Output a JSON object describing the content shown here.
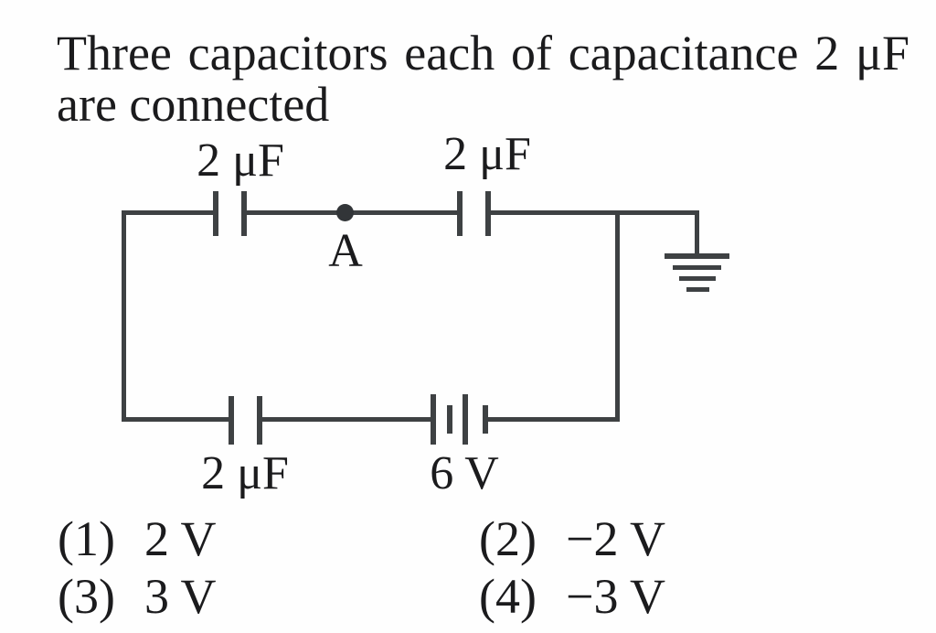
{
  "question": {
    "line1": "Three capacitors each of capacitance 2 μF",
    "line2": "are connected"
  },
  "circuit": {
    "top_left_capacitor_label": "2 μF",
    "top_right_capacitor_label": "2 μF",
    "bottom_capacitor_label": "2 μF",
    "battery_label": "6 V",
    "node_label": "A"
  },
  "options": [
    {
      "num": "(1)",
      "value": "2 V"
    },
    {
      "num": "(2)",
      "value": "−2 V"
    },
    {
      "num": "(3)",
      "value": "3 V"
    },
    {
      "num": "(4)",
      "value": "−3 V"
    }
  ],
  "colors": {
    "text": "#1b1b1d",
    "wire": "#3e4143",
    "background": "#fefefe"
  }
}
